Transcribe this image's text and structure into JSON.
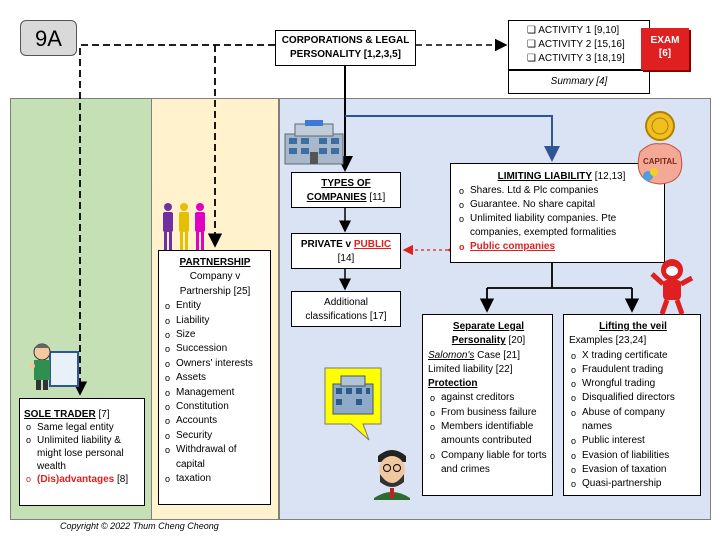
{
  "badge": "9A",
  "main_topic": {
    "line1": "CORPORATIONS & LEGAL",
    "line2": "PERSONALITY [1,2,3,5]"
  },
  "activities": [
    {
      "checkbox": "❑",
      "label": "ACTIVITY  1 [9,10]"
    },
    {
      "checkbox": "❑",
      "label": "ACTIVITY  2 [15,16]"
    },
    {
      "checkbox": "❑",
      "label": "ACTIVITY 3 [18,19]"
    }
  ],
  "summary": "Summary [4]",
  "exam": {
    "line1": "EXAM",
    "line2": "[6]"
  },
  "sole_trader": {
    "title": "SOLE TRADER",
    "ref": " [7]",
    "items": [
      "Same legal entity",
      "Unlimited liability & might lose personal wealth"
    ],
    "disadvantages": "(Dis)advantages",
    "disadvantages_ref": " [8]"
  },
  "partnership": {
    "title": "PARTNERSHIP",
    "subtitle1": "Company v",
    "subtitle2": "Partnership [25]",
    "items": [
      "Entity",
      "Liability",
      "Size",
      "Succession",
      "Owners' interests",
      "Assets",
      "Management",
      "Constitution",
      "Accounts",
      "Security",
      "Withdrawal of capital",
      "taxation"
    ]
  },
  "types_of_companies": {
    "line1": "TYPES OF",
    "line2": "COMPANIES",
    "ref": " [11]"
  },
  "private_public": {
    "private": "PRIVATE v ",
    "public": "PUBLIC",
    "ref": "[14]"
  },
  "additional": {
    "line1": "Additional",
    "line2": "classifications [17]"
  },
  "limiting_liability": {
    "title": "LIMITING LIABILITY",
    "ref": " [12,13]",
    "items": [
      "Shares. Ltd & Plc companies",
      "Guarantee. No share capital",
      "Unlimited liability companies. Pte companies, exempted formalities"
    ],
    "public_companies": "Public companies"
  },
  "capital_label": "CAPITAL",
  "separate": {
    "title1": "Separate Legal",
    "title2": "Personality",
    "title_ref": " [20]",
    "salomon_italic": "Salomon's",
    "salomon_rest": " Case [21]",
    "limited": "Limited liability [22]",
    "protection": "Protection",
    "items": [
      "against creditors",
      "From business failure",
      "Members identifiable amounts contributed",
      "Company liable for torts and crimes"
    ]
  },
  "lifting": {
    "title": "Lifting the veil",
    "examples": "Examples [23,24]",
    "items": [
      "X trading certificate",
      "Fraudulent trading",
      "Wrongful trading",
      "Disqualified directors",
      "Abuse of company names",
      "Public interest",
      "Evasion of liabilities",
      "Evasion of taxation",
      "Quasi-partnership"
    ]
  },
  "copyright": "Copyright © 2022 Thum Cheng Cheong",
  "colors": {
    "green_panel": "#c5e0b4",
    "beige_panel": "#fff2cc",
    "blue_panel": "#dae3f3",
    "exam_red": "#e02020",
    "arrow_blue": "#2f5597"
  }
}
